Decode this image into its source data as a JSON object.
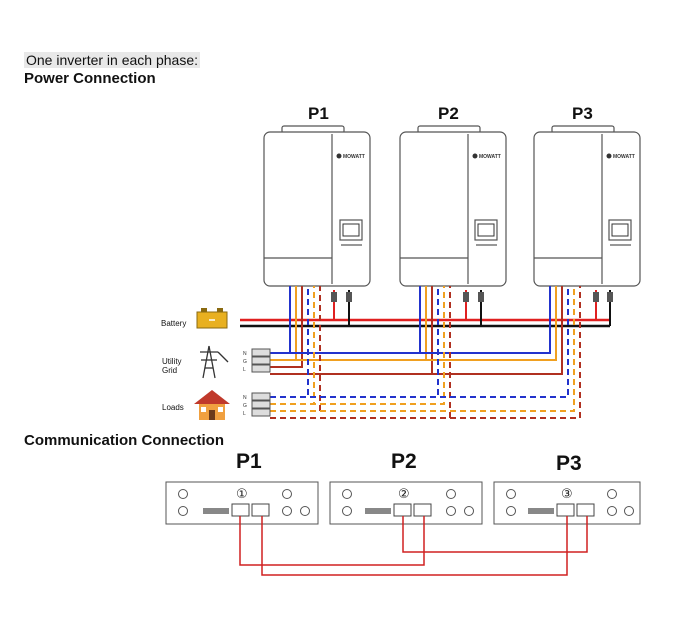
{
  "intro_text": "One inverter in each phase:",
  "power_title": "Power Connection",
  "comm_title": "Communication Connection",
  "inverters": [
    {
      "label": "P1",
      "brand": "MOWATT"
    },
    {
      "label": "P2",
      "brand": "MOWATT"
    },
    {
      "label": "P3",
      "brand": "MOWATT"
    }
  ],
  "sources": {
    "battery": "Battery",
    "utility_line1": "Utility",
    "utility_line2": "Grid",
    "loads": "Loads"
  },
  "terminal_letters": [
    "N",
    "G",
    "L"
  ],
  "comm_units": [
    {
      "label": "P1",
      "number": "①"
    },
    {
      "label": "P2",
      "number": "②"
    },
    {
      "label": "P3",
      "number": "③"
    }
  ],
  "colors": {
    "battery_positive": "#e02020",
    "battery_negative": "#111111",
    "neutral": "#2233cc",
    "ground": "#f0a020",
    "line": "#b03020",
    "comm_cable": "#d02020",
    "chassis": "#555555"
  }
}
